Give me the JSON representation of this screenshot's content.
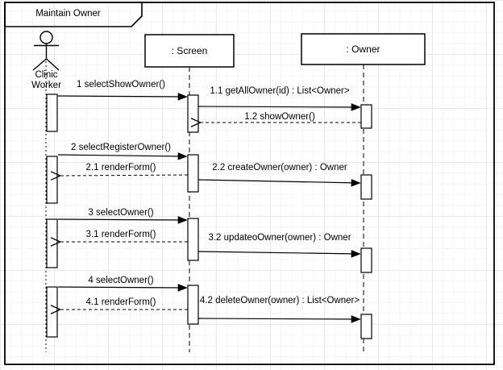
{
  "frame": {
    "title": "Maintain Owner"
  },
  "participants": {
    "actor": {
      "name": "Clinic Worker",
      "line1": "Clinic",
      "line2": "Worker",
      "type": "actor"
    },
    "screen": {
      "label": ": Screen",
      "type": "object"
    },
    "owner": {
      "label": ": Owner",
      "type": "object"
    }
  },
  "messages": [
    {
      "id": "1",
      "label": "1 selectShowOwner()",
      "from": "Clinic Worker",
      "to": "Screen",
      "type": "sync"
    },
    {
      "id": "1.1",
      "label": "1.1 getAllOwner(id) : List<Owner>",
      "from": "Screen",
      "to": "Owner",
      "type": "sync"
    },
    {
      "id": "1.2",
      "label": "1.2 showOwner()",
      "from": "Owner",
      "to": "Screen",
      "type": "return"
    },
    {
      "id": "2",
      "label": "2 selectRegisterOwner()",
      "from": "Clinic Worker",
      "to": "Screen",
      "type": "sync"
    },
    {
      "id": "2.1",
      "label": "2.1 renderForm()",
      "from": "Screen",
      "to": "Clinic Worker",
      "type": "return"
    },
    {
      "id": "2.2",
      "label": "2.2 createOwner(owner) : Owner",
      "from": "Screen",
      "to": "Owner",
      "type": "sync"
    },
    {
      "id": "3",
      "label": "3 selectOwner()",
      "from": "Clinic Worker",
      "to": "Screen",
      "type": "sync"
    },
    {
      "id": "3.1",
      "label": "3.1 renderForm()",
      "from": "Screen",
      "to": "Clinic Worker",
      "type": "return"
    },
    {
      "id": "3.2",
      "label": "3.2 updateoOwner(owner) : Owner",
      "from": "Screen",
      "to": "Owner",
      "type": "sync"
    },
    {
      "id": "4",
      "label": "4 selectOwner()",
      "from": "Clinic Worker",
      "to": "Screen",
      "type": "sync"
    },
    {
      "id": "4.1",
      "label": "4.1 renderForm()",
      "from": "Screen",
      "to": "Clinic Worker",
      "type": "return"
    },
    {
      "id": "4.2",
      "label": "4.2 deleteOwner(owner) : List<Owner>",
      "from": "Screen",
      "to": "Owner",
      "type": "sync"
    }
  ],
  "colors": {
    "line": "#000000",
    "shape_fill": "#ffffff",
    "grid_minor": "#f5f5f5",
    "grid_major": "#e9e9e9"
  }
}
